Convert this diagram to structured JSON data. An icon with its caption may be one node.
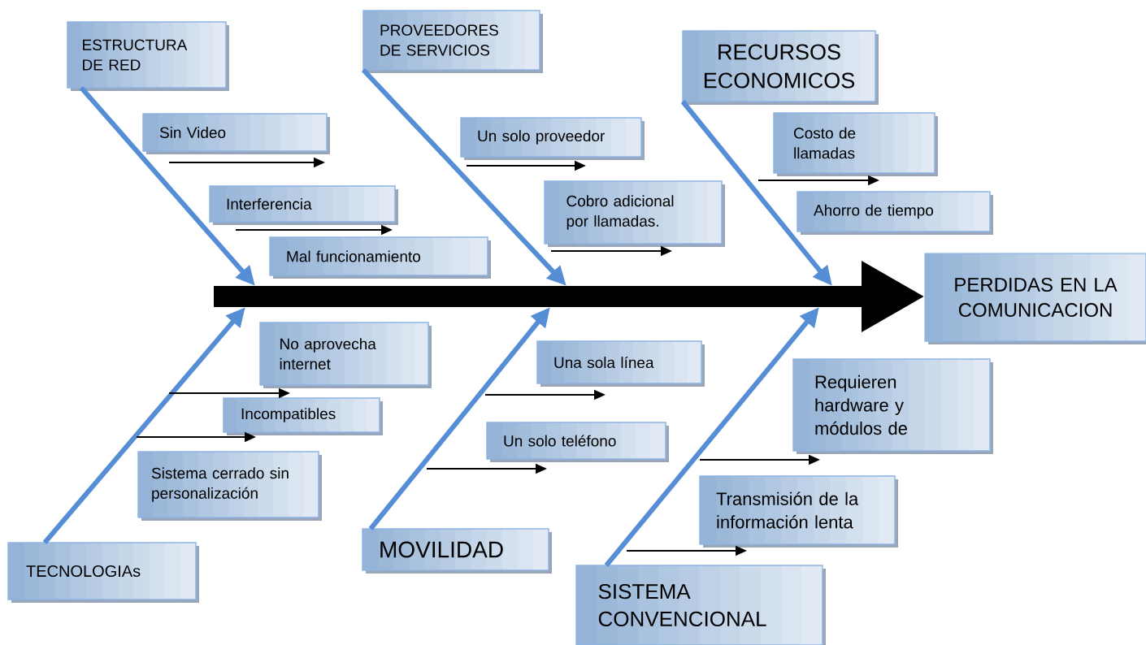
{
  "diagram": {
    "nodes": [
      {
        "text": [
          "ESTRUCTURA DE  RED"
        ]
      },
      {
        "text": [
          "Sin Video"
        ]
      },
      {
        "text": [
          "Interferencia"
        ]
      },
      {
        "text": [
          "Mal funcionamiento"
        ]
      },
      {
        "text": [
          "PROVEEDORES DE SERVICIOS"
        ]
      },
      {
        "text": [
          "Un solo proveedor"
        ]
      },
      {
        "text": [
          "Cobro adicional por  llamadas."
        ]
      },
      {
        "text": [
          "RECURSOS ECONOMICOS"
        ]
      },
      {
        "text": [
          "Costo de llamadas"
        ]
      },
      {
        "text": [
          "Ahorro de tiempo"
        ]
      },
      {
        "text": [
          "PERDIDAS EN LA COMUNICACION"
        ]
      },
      {
        "text": [
          "TECNOLOGIAs"
        ]
      },
      {
        "text": [
          "No aprovecha internet"
        ]
      },
      {
        "text": [
          "Incompatibles"
        ]
      },
      {
        "text": [
          "Sistema cerrado sin personalización"
        ]
      },
      {
        "text": [
          "MOVILIDAD"
        ]
      },
      {
        "text": [
          "Una sola línea"
        ]
      },
      {
        "text": [
          "Un solo  teléfono"
        ]
      },
      {
        "text": [
          "SISTEMA CONVENCIONAL"
        ]
      },
      {
        "text": [
          "Requieren hardware y módulos de"
        ]
      },
      {
        "text": [
          "Transmisión de la información lenta"
        ]
      },
      {
        "text": [],
        "shape": "bar"
      }
    ],
    "edges": [
      {
        "from": 0,
        "to": 21,
        "arrow": "to",
        "style": "thick",
        "color": "#558ed5"
      },
      {
        "from": 4,
        "to": 21,
        "arrow": "to",
        "style": "thick",
        "color": "#558ed5"
      },
      {
        "from": 7,
        "to": 21,
        "arrow": "to",
        "style": "thick",
        "color": "#558ed5"
      },
      {
        "from": 11,
        "to": 21,
        "arrow": "to",
        "style": "thick",
        "color": "#558ed5"
      },
      {
        "from": 15,
        "to": 21,
        "arrow": "to",
        "style": "thick",
        "color": "#558ed5"
      },
      {
        "from": 18,
        "to": 21,
        "arrow": "to",
        "style": "thick",
        "color": "#558ed5"
      },
      {
        "from": 21,
        "to": 10,
        "arrow": "to",
        "style": "thick",
        "color": "#000000"
      },
      {
        "from": null,
        "to": 1,
        "arrow": "to"
      },
      {
        "from": null,
        "to": 2,
        "arrow": "to"
      },
      {
        "from": null,
        "to": 5,
        "arrow": "to"
      },
      {
        "from": null,
        "to": 6,
        "arrow": "to"
      },
      {
        "from": null,
        "to": 8,
        "arrow": "to"
      },
      {
        "from": null,
        "to": 12,
        "arrow": "to"
      },
      {
        "from": null,
        "to": 13,
        "arrow": "to"
      },
      {
        "from": null,
        "to": 16,
        "arrow": "to"
      },
      {
        "from": null,
        "to": 17,
        "arrow": "to"
      },
      {
        "from": null,
        "to": 19,
        "arrow": "to"
      },
      {
        "from": null,
        "to": 20,
        "arrow": "to"
      }
    ]
  }
}
